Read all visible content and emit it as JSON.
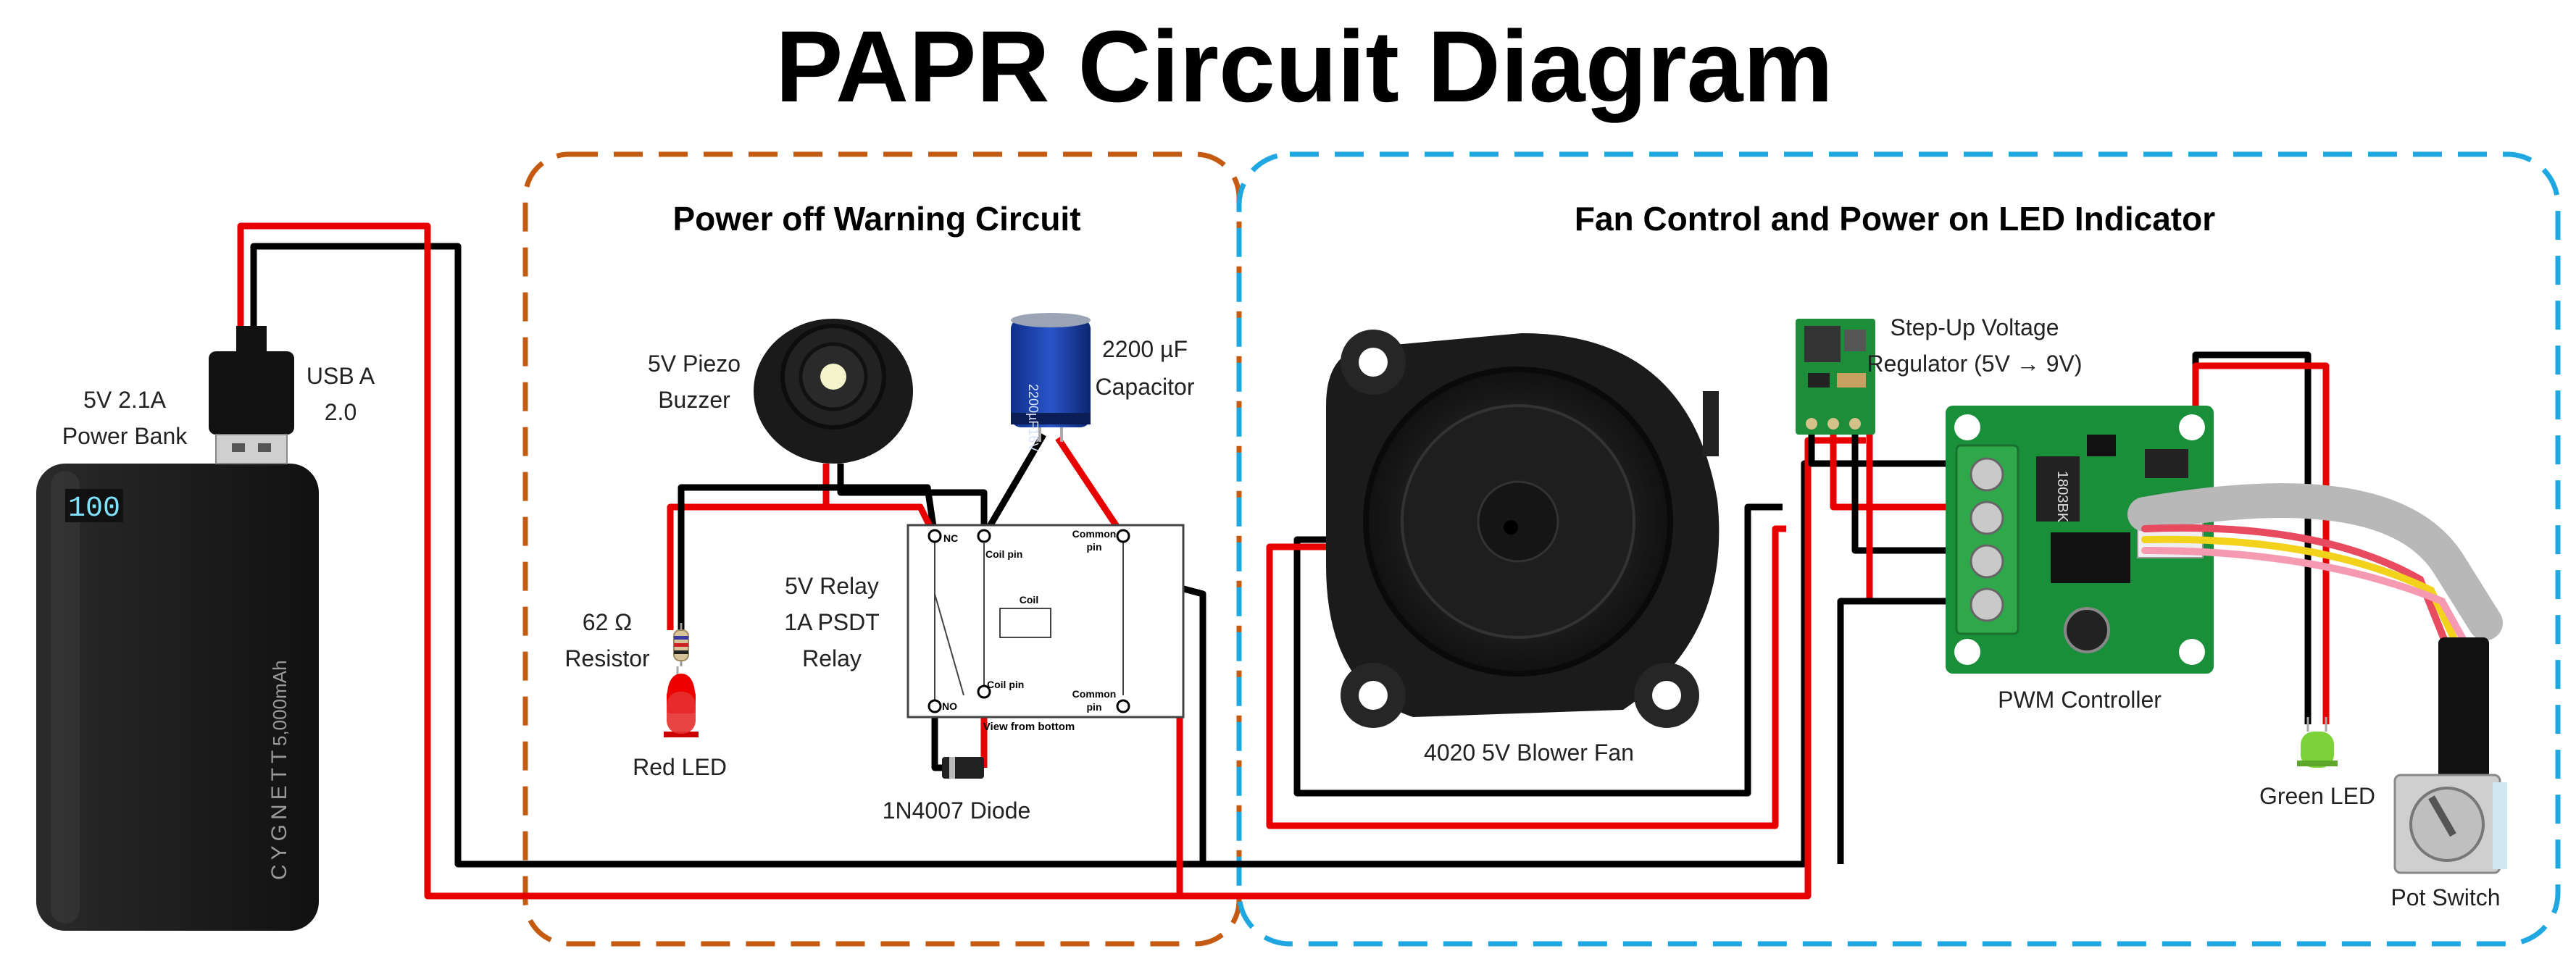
{
  "title": "PAPR Circuit Diagram",
  "colors": {
    "positive": "#e60000",
    "negative": "#000000",
    "warning_box": "#c55a11",
    "fan_box": "#1ea7e1"
  },
  "sections": {
    "warning": "Power off Warning Circuit",
    "fan": "Fan Control and Power on LED Indicator"
  },
  "components": {
    "power_bank": {
      "label": [
        "5V 2.1A",
        "Power Bank"
      ],
      "display": "100",
      "brand": "CYGNETT",
      "capacity": "5,000mAh"
    },
    "usb": {
      "label": [
        "USB A",
        "2.0"
      ]
    },
    "buzzer": {
      "label": [
        "5V Piezo",
        "Buzzer"
      ]
    },
    "capacitor": {
      "label": [
        "2200 µF",
        "Capacitor"
      ],
      "marking": "2200µF16V"
    },
    "resistor": {
      "label": [
        "62 Ω",
        "Resistor"
      ]
    },
    "red_led": {
      "label": "Red LED"
    },
    "relay": {
      "label": [
        "5V Relay",
        "1A PSDT",
        "Relay"
      ],
      "pins": {
        "nc": "NC",
        "coil_pin_top": "Coil pin",
        "common_top": [
          "Common",
          "pin"
        ],
        "coil": "Coil",
        "no": "NO",
        "coil_pin_bottom": "Coil pin",
        "common_bottom": [
          "Common",
          "pin"
        ]
      },
      "caption": "View from bottom"
    },
    "diode": {
      "label": "1N4007 Diode"
    },
    "fan": {
      "label": "4020 5V Blower Fan"
    },
    "regulator": {
      "label": [
        "Step-Up Voltage",
        "Regulator (5V → 9V)"
      ]
    },
    "pwm": {
      "label": "PWM Controller",
      "chip": "1803BK"
    },
    "green_led": {
      "label": "Green LED"
    },
    "pot": {
      "label": "Pot Switch"
    }
  }
}
